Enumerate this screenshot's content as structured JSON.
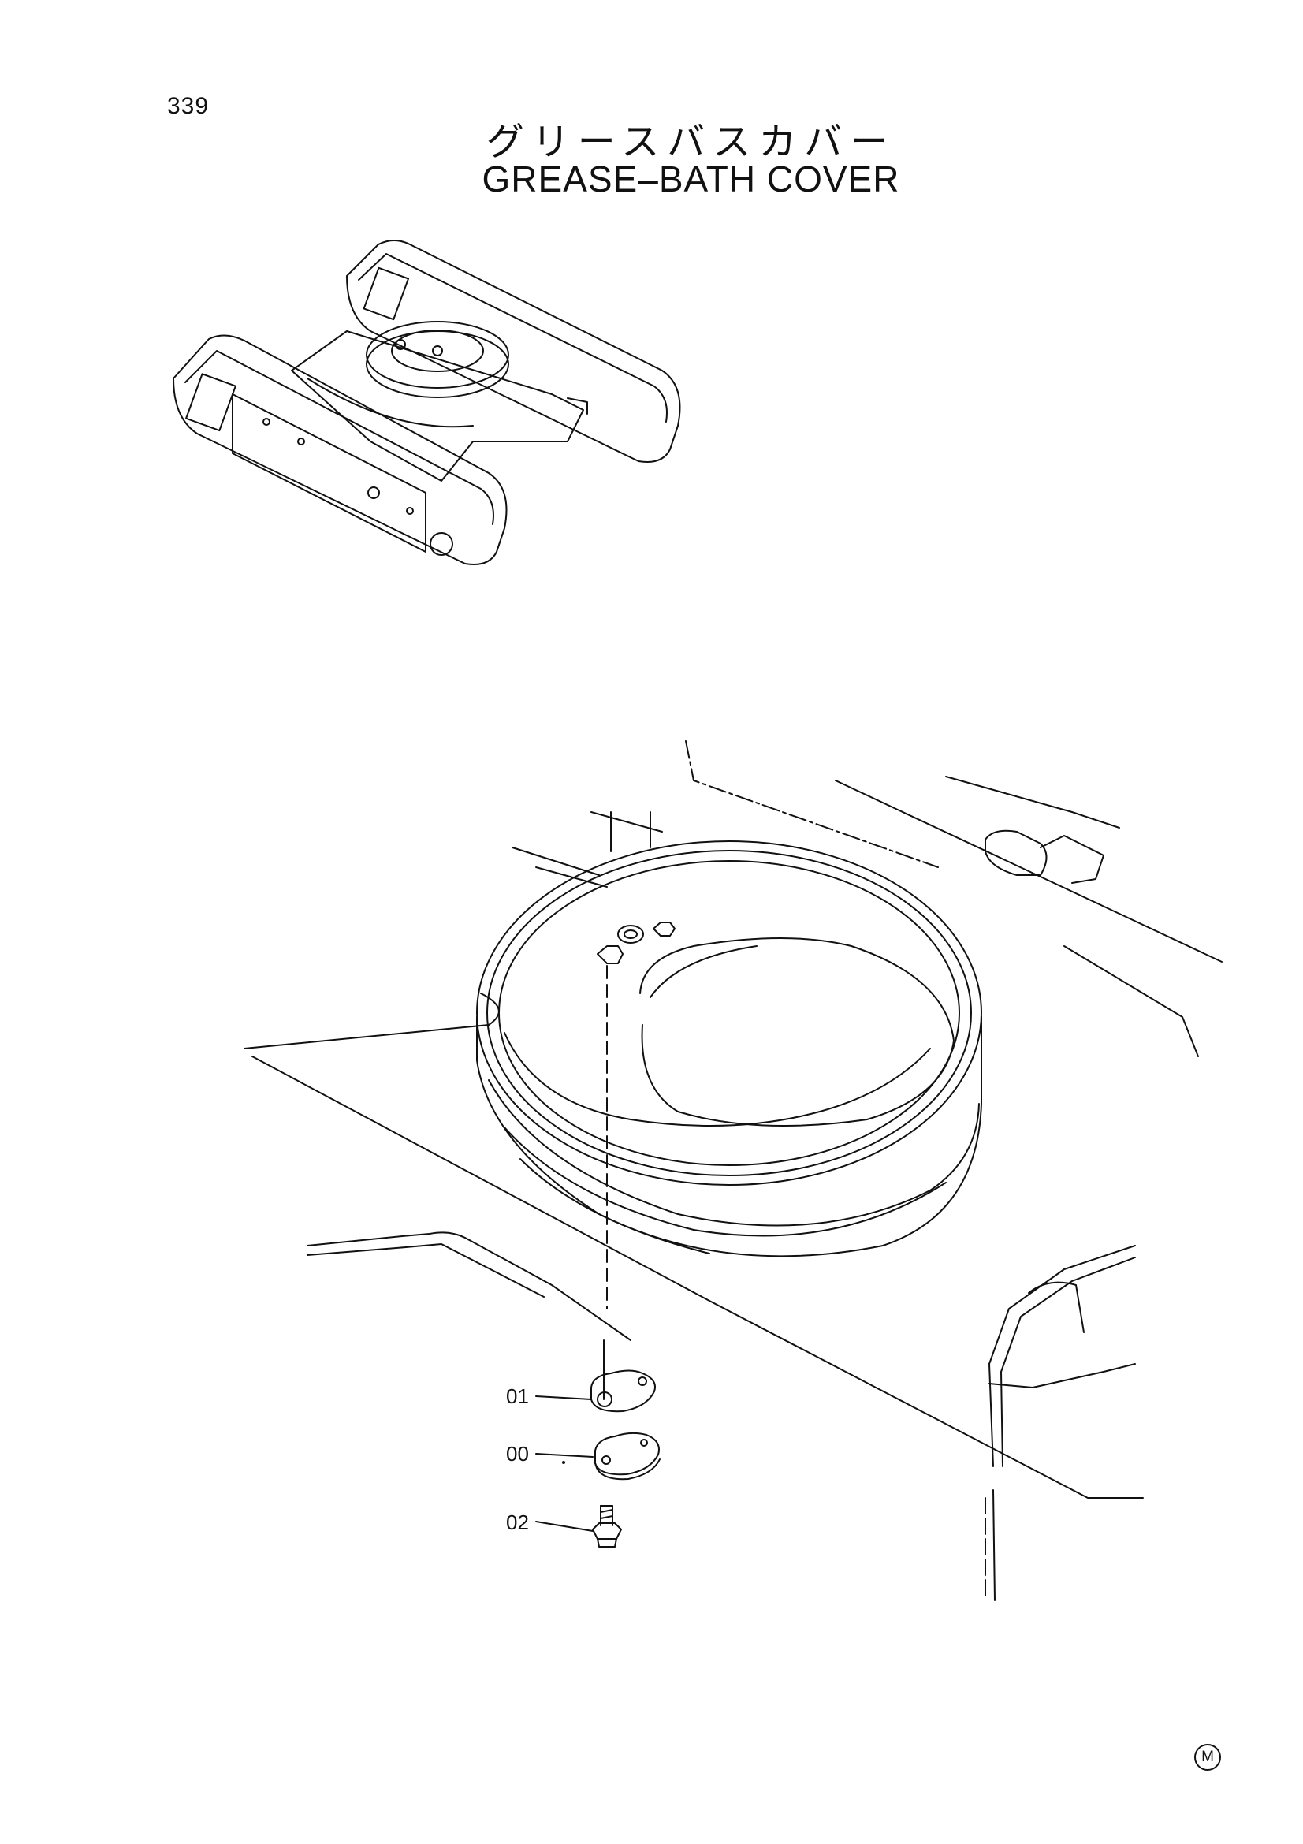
{
  "header": {
    "page_number": "339",
    "title_jp": "グリースバスカバー",
    "title_en": "GREASE–BATH COVER"
  },
  "callouts": [
    {
      "id": "01",
      "label": "01"
    },
    {
      "id": "00",
      "label": "00"
    },
    {
      "id": "02",
      "label": "02"
    }
  ],
  "footer": {
    "mark": "M"
  }
}
